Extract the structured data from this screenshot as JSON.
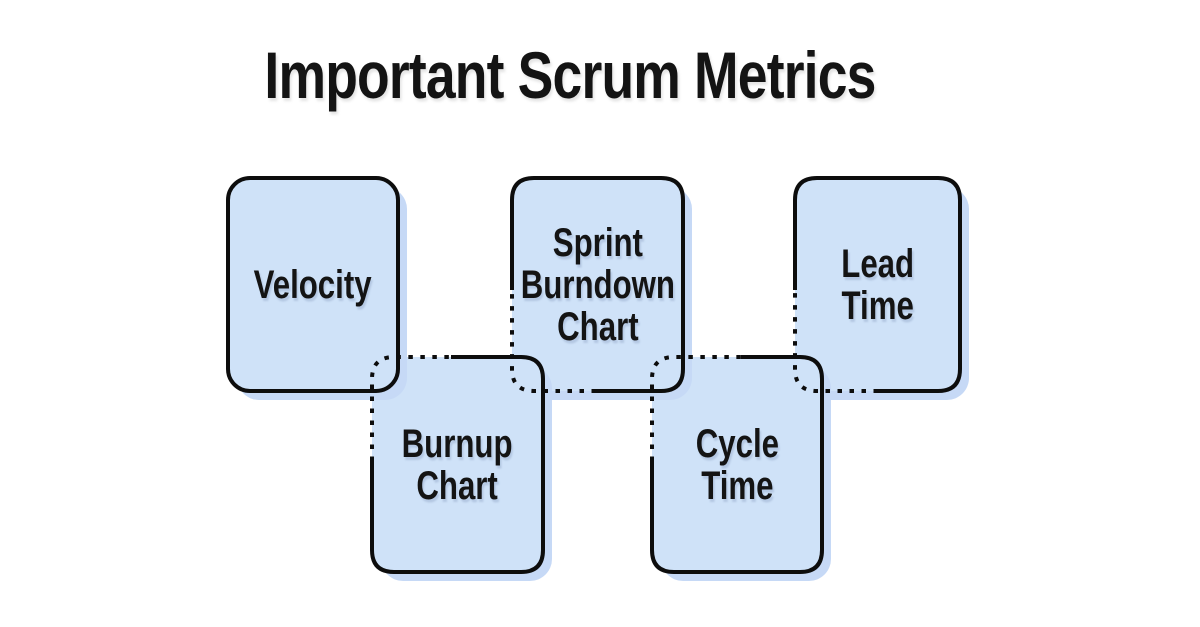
{
  "title": "Important Scrum Metrics",
  "colors": {
    "background": "#ffffff",
    "card_fill": "#cfe2f8",
    "card_shadow": "#c6d9f6",
    "border": "#0d0d0d",
    "text": "#141414"
  },
  "cards": [
    {
      "id": "velocity",
      "label": "Velocity",
      "lines": [
        "Velocity"
      ]
    },
    {
      "id": "sprint-burndown-chart",
      "label": "Sprint Burndown Chart",
      "lines": [
        "Sprint",
        "Burndown",
        "Chart"
      ]
    },
    {
      "id": "lead-time",
      "label": "Lead Time",
      "lines": [
        "Lead",
        "Time"
      ]
    },
    {
      "id": "burnup-chart",
      "label": "Burnup Chart",
      "lines": [
        "Burnup",
        "Chart"
      ]
    },
    {
      "id": "cycle-time",
      "label": "Cycle Time",
      "lines": [
        "Cycle",
        "Time"
      ]
    }
  ]
}
